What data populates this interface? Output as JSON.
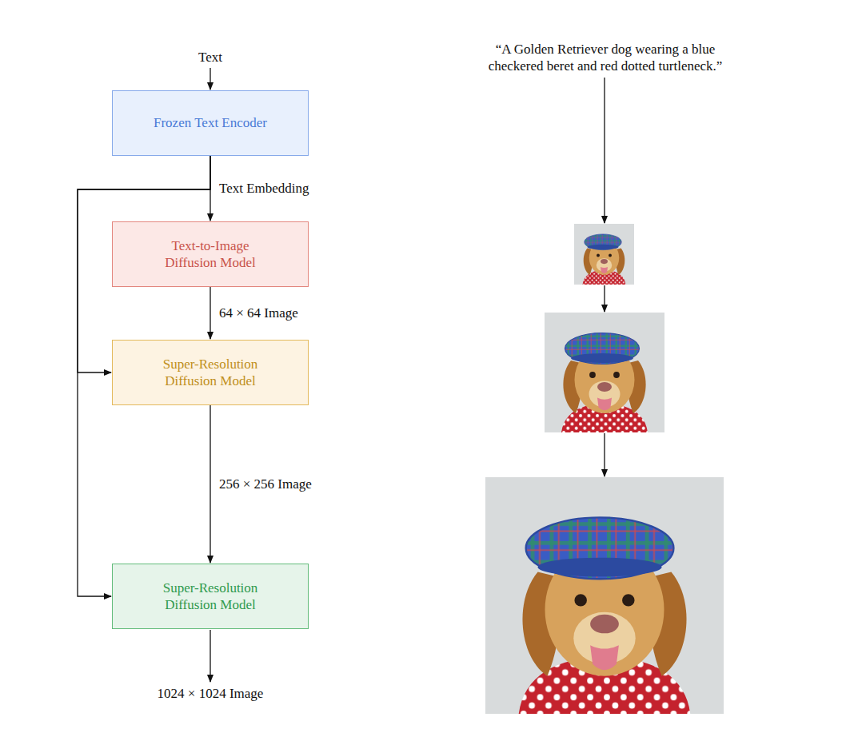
{
  "diagram": {
    "nodes": [
      {
        "text": [
          "Frozen Text Encoder"
        ]
      },
      {
        "text": [
          "Text-to-Image Diffusion Model"
        ]
      },
      {
        "text": [
          "Super-Resolution Diffusion Model"
        ]
      },
      {
        "text": [
          "Super-Resolution Diffusion Model"
        ]
      }
    ],
    "edges": [
      {
        "from": 0,
        "to": 1,
        "label": "Text Embedding",
        "arrow": "to"
      },
      {
        "from": 0,
        "to": 2,
        "arrow": "to"
      },
      {
        "from": 0,
        "to": 3,
        "arrow": "to"
      },
      {
        "from": 1,
        "to": 2,
        "label": "64 × 64 Image",
        "arrow": "to"
      },
      {
        "from": 2,
        "to": 3,
        "label": "256 × 256 Image",
        "arrow": "to"
      }
    ],
    "labels": [
      "Text",
      "1024 × 1024 Image",
      "“A Golden Retriever dog wearing a blue checkered beret and red dotted turtleneck.”"
    ]
  }
}
